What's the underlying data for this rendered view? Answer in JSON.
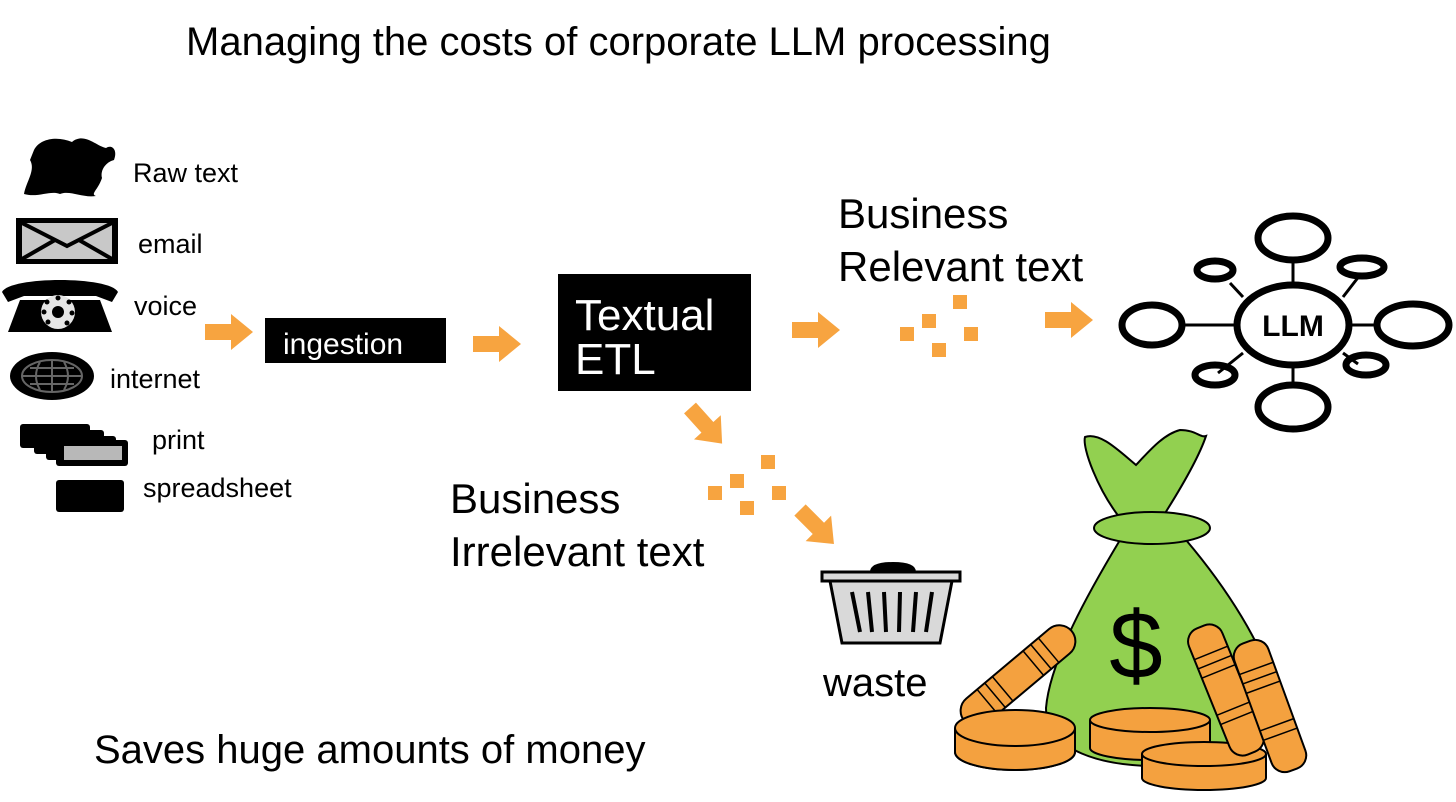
{
  "title": "Managing the costs of corporate LLM processing",
  "sources": [
    {
      "label": "Raw text",
      "icon": "raw-text-icon"
    },
    {
      "label": "email",
      "icon": "envelope-icon"
    },
    {
      "label": "voice",
      "icon": "telephone-icon"
    },
    {
      "label": "internet",
      "icon": "globe-icon"
    },
    {
      "label": "print",
      "icon": "print-pages-icon"
    },
    {
      "label": "spreadsheet",
      "icon": "spreadsheet-icon"
    }
  ],
  "ingestion": "ingestion",
  "textual_etl": "Textual\nETL",
  "relevant": "Business\nRelevant text",
  "irrelevant": "Business\nIrrelevant text",
  "llm": "LLM",
  "waste": "waste",
  "money_symbol": "$",
  "footer": "Saves huge amounts of money",
  "colors": {
    "arrow": "#f7a440",
    "block": "#f7a440",
    "bag": "#92d050",
    "coin": "#f4a13f",
    "basket": "#d9d9d9"
  }
}
